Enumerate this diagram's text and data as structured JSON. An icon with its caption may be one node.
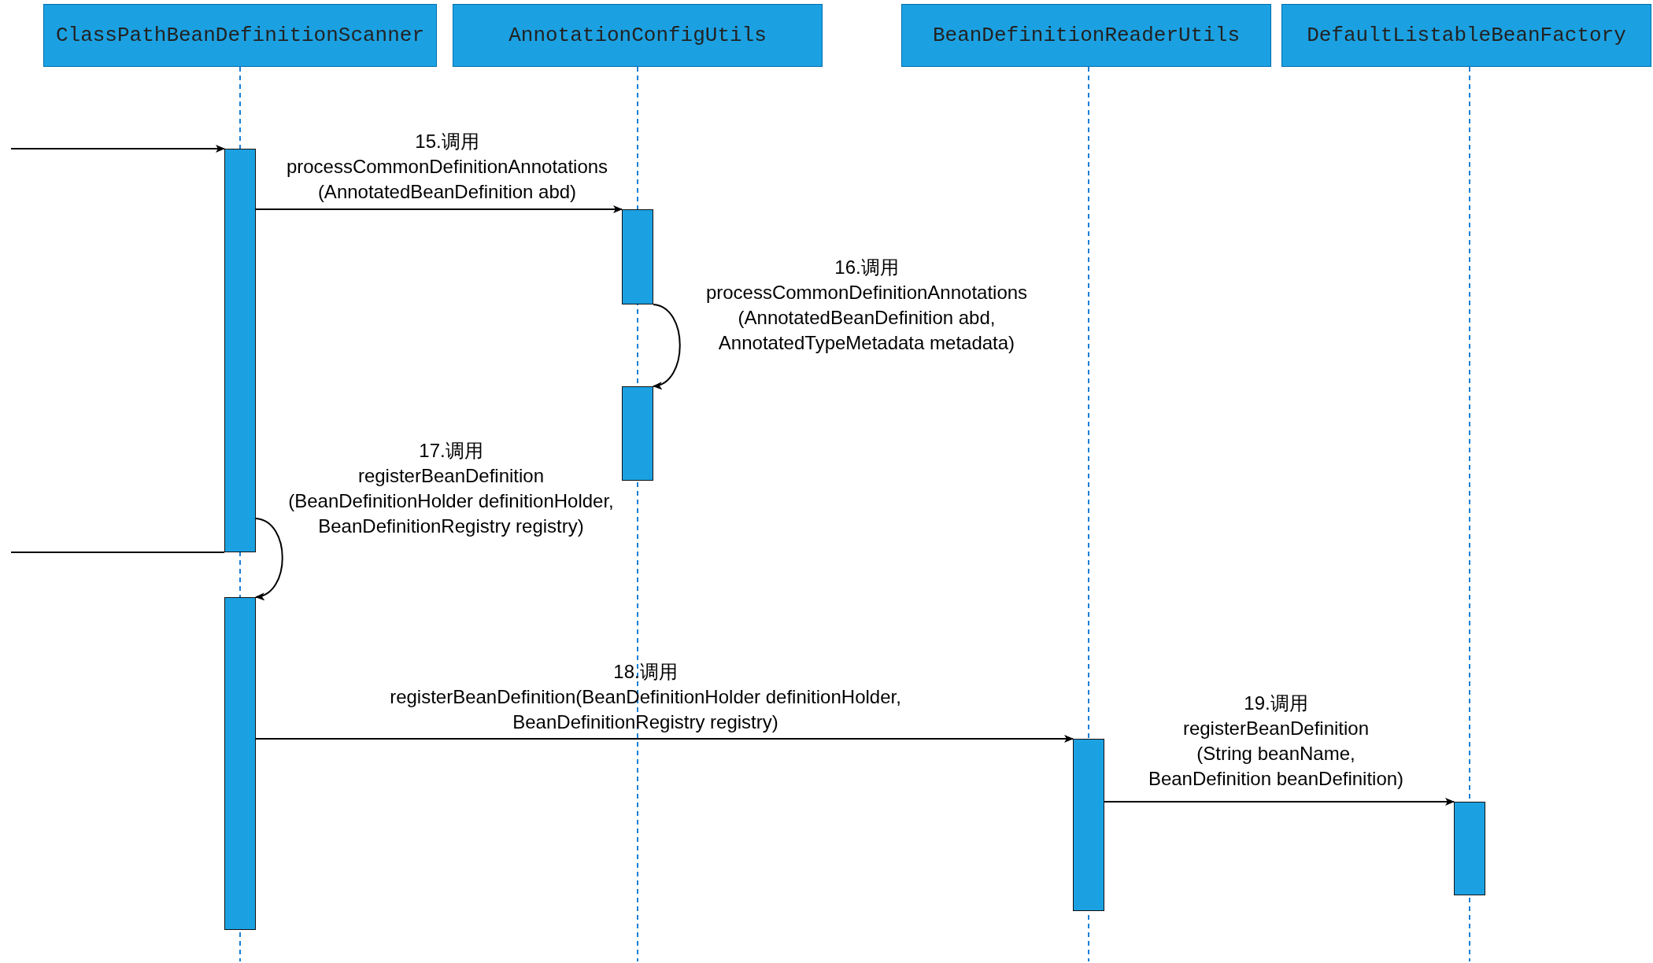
{
  "diagram": {
    "nodes": [
      {
        "text": [
          "ClassPathBeanDefinitionScanner"
        ]
      },
      {
        "text": [
          "AnnotationConfigUtils"
        ]
      },
      {
        "text": [
          "BeanDefinitionReaderUtils"
        ]
      },
      {
        "text": [
          "DefaultListableBeanFactory"
        ]
      },
      {
        "text": [],
        "shape": "bar"
      },
      {
        "text": [],
        "shape": "bar"
      },
      {
        "text": [],
        "shape": "bar"
      },
      {
        "text": [],
        "shape": "bar"
      },
      {
        "text": [],
        "shape": "bar"
      },
      {
        "text": [],
        "shape": "bar"
      }
    ],
    "edges": [
      {
        "from": null,
        "to": 4,
        "arrow": "to"
      },
      {
        "from": 4,
        "to": 5,
        "arrow": "to",
        "label": "15.调用 processCommonDefinitionAnnotations (AnnotatedBeanDefinition abd)"
      },
      {
        "from": 5,
        "to": 6,
        "arrow": "to",
        "label": "16.调用 processCommonDefinitionAnnotations (AnnotatedBeanDefinition abd, AnnotatedTypeMetadata metadata)"
      },
      {
        "from": 4,
        "to": 7,
        "arrow": "to",
        "label": "17.调用 registerBeanDefinition (BeanDefinitionHolder definitionHolder, BeanDefinitionRegistry registry)"
      },
      {
        "from": 7,
        "to": 8,
        "arrow": "to",
        "label": "18.调用 registerBeanDefinition(BeanDefinitionHolder definitionHolder, BeanDefinitionRegistry registry)"
      },
      {
        "from": 8,
        "to": 9,
        "arrow": "to",
        "label": "19.调用 registerBeanDefinition (String beanName, BeanDefinition beanDefinition)"
      },
      {
        "from": 4,
        "to": null,
        "arrow": "none"
      }
    ]
  }
}
